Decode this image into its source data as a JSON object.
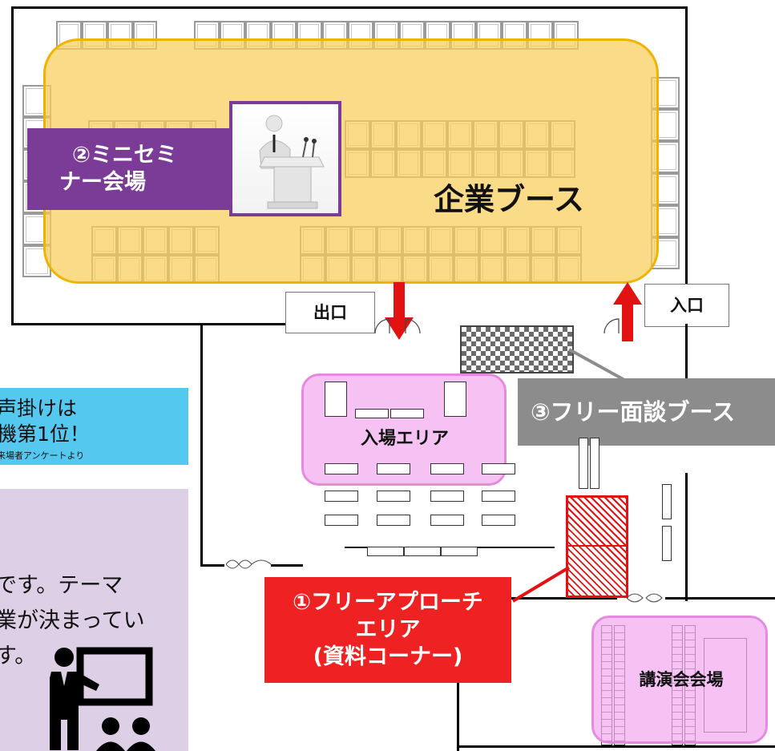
{
  "zones": {
    "booth_area": {
      "label": "企業ブース",
      "color": "#f5c84a"
    },
    "mini_seminar": {
      "label_line1": "②ミニセミ",
      "label_line2": "ナー会場",
      "color": "#7a3c96"
    },
    "free_interview": {
      "label": "③フリー面談ブース",
      "color": "#8c8c8c"
    },
    "entry_area": {
      "label": "入場エリア",
      "color": "#f2a6ee"
    },
    "free_approach": {
      "label_line1": "①フリーアプローチ",
      "label_line2": "エリア",
      "label_line3": "(資料コーナー)",
      "color": "#ee2222"
    },
    "lecture_hall": {
      "label": "講演会会場",
      "color": "#f2a6ee"
    }
  },
  "doors": {
    "exit": {
      "label": "出口"
    },
    "entrance": {
      "label": "入口"
    }
  },
  "side_panels": {
    "top": {
      "line1": "声掛けは",
      "line2": "機第1位！",
      "note": "来場者アンケートより",
      "color": "#55c8f0"
    },
    "bottom": {
      "line1": "です。テーマ",
      "line2": "業が決まってい",
      "line3": "す。",
      "color": "#ddd0e6"
    }
  },
  "icons": {
    "speaker": "speaker-podium-icon",
    "presenter": "presenter-audience-icon"
  }
}
